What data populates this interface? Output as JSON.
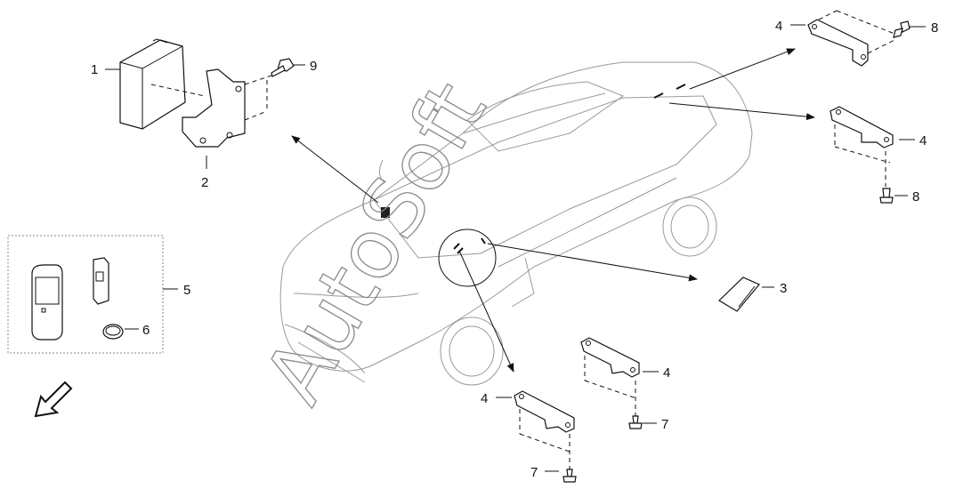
{
  "diagram": {
    "callouts": {
      "c1": "1",
      "c2": "2",
      "c3": "3",
      "c4a": "4",
      "c4b": "4",
      "c4c": "4",
      "c4d": "4",
      "c5": "5",
      "c6": "6",
      "c7a": "7",
      "c7b": "7",
      "c8a": "8",
      "c8b": "8",
      "c9": "9"
    },
    "watermark": "AutoSoft"
  }
}
